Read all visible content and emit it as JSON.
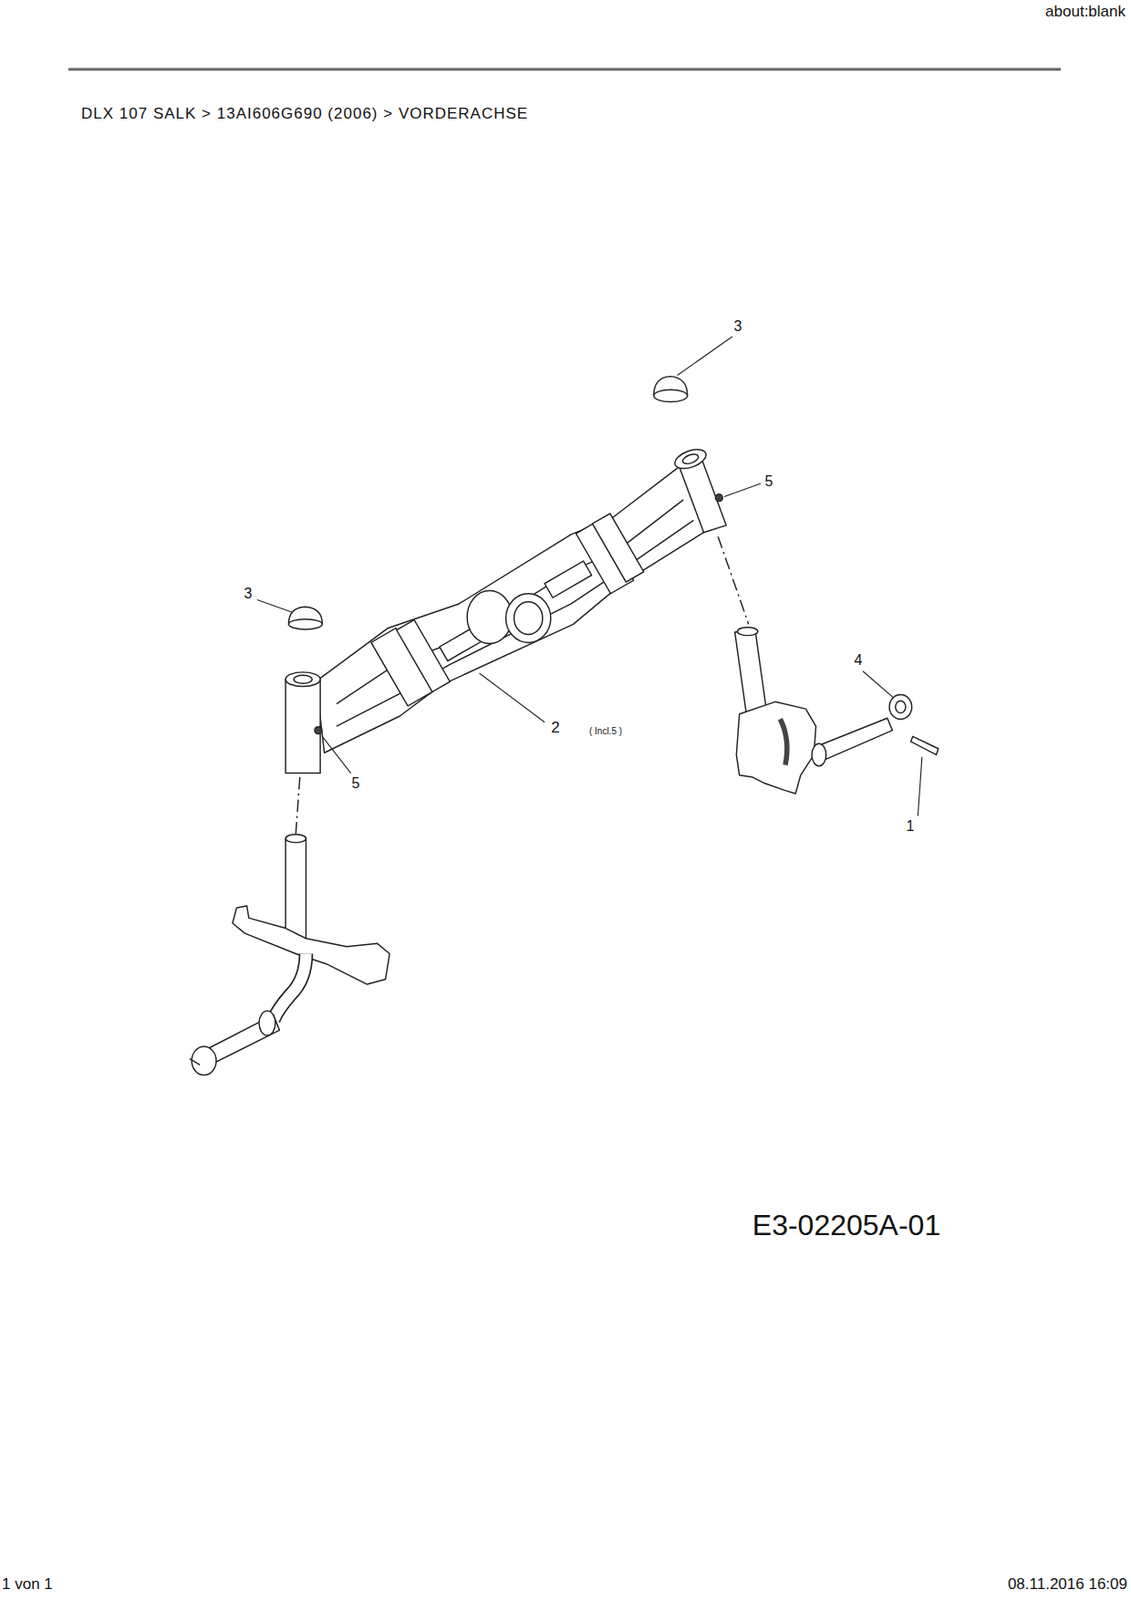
{
  "diagram": {
    "title": "DLX 107 SALK > 13AI606G690 (2006) > VORDERACHSE",
    "labels": [
      "about:blank",
      "3",
      "5",
      "3",
      "4",
      "2",
      "( Incl.5 )",
      "5",
      "1",
      "E3-02205A-01",
      "1 von 1",
      "08.11.2016 16:09"
    ]
  }
}
